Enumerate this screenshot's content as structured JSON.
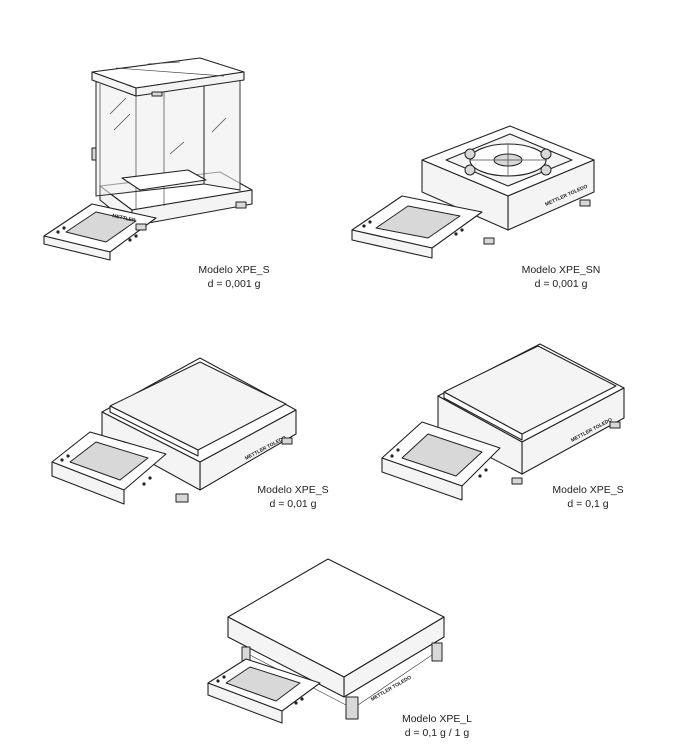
{
  "figures": [
    {
      "id": "xpe-s-draft-shield",
      "model": "Modelo XPE_S",
      "readability": "d = 0,001 g",
      "illustration": "balance-with-draft-shield-illustration"
    },
    {
      "id": "xpe-sn",
      "model": "Modelo XPE_SN",
      "readability": "d = 0,001 g",
      "illustration": "balance-with-grid-pan-illustration"
    },
    {
      "id": "xpe-s-medium",
      "model": "Modelo XPE_S",
      "readability": "d = 0,01 g",
      "illustration": "balance-square-pan-illustration"
    },
    {
      "id": "xpe-s-small",
      "model": "Modelo XPE_S",
      "readability": "d = 0,1 g",
      "illustration": "balance-square-pan-illustration"
    },
    {
      "id": "xpe-l",
      "model": "Modelo XPE_L",
      "readability": "d = 0,1 g / 1 g",
      "illustration": "floor-balance-large-pan-illustration"
    }
  ]
}
